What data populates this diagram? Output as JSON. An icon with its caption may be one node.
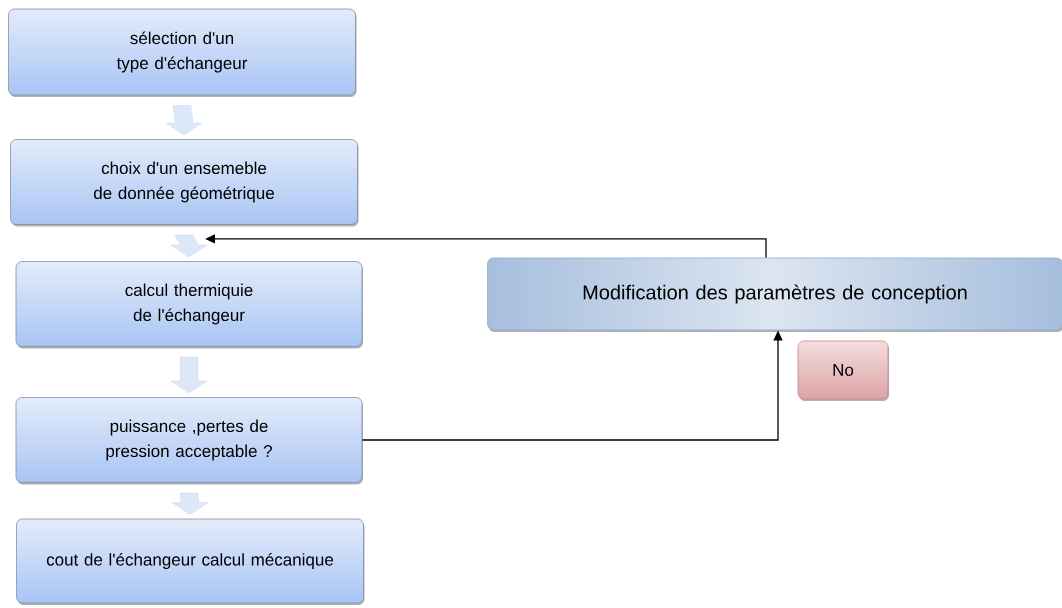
{
  "diagram": {
    "nodes": [
      {
        "text": [
          "sélection d'un type d'échangeur"
        ]
      },
      {
        "text": [
          "choix d'un ensemeble de donnée géométrique"
        ]
      },
      {
        "text": [
          "calcul thermiquie de l'échangeur"
        ]
      },
      {
        "text": [
          "puissance ,pertes de pression acceptable ?"
        ]
      },
      {
        "text": [
          "cout de l'échangeur calcul mécanique"
        ]
      },
      {
        "text": [
          "Modification des paramètres de conception"
        ]
      },
      {
        "text": [
          "No"
        ]
      }
    ],
    "edges": [
      {
        "from": 0,
        "to": 1,
        "arrow": "to"
      },
      {
        "from": 1,
        "to": 2,
        "arrow": "to"
      },
      {
        "from": 2,
        "to": 3,
        "arrow": "to"
      },
      {
        "from": 3,
        "to": 4,
        "arrow": "to"
      },
      {
        "from": 3,
        "to": 5,
        "arrow": "to",
        "color": "#000000"
      },
      {
        "from": 5,
        "to": 1,
        "arrow": "to",
        "color": "#000000"
      }
    ]
  }
}
